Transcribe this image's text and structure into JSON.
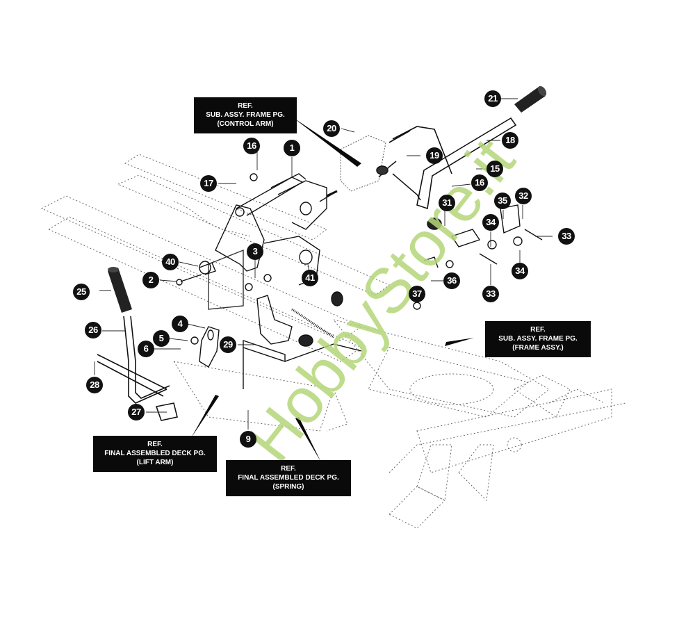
{
  "diagram": {
    "type": "exploded-parts-diagram",
    "watermark": "HobbyStore.it",
    "colors": {
      "callout_fill": "#111111",
      "callout_text": "#ffffff",
      "refbox_fill": "#0a0a0a",
      "watermark": "#b5d77a",
      "line": "#222222",
      "phantom_line": "#555555"
    },
    "reference_boxes": [
      {
        "id": "control-arm",
        "lines": [
          "REF.",
          "SUB. ASSY. FRAME PG.",
          "(CONTROL ARM)"
        ]
      },
      {
        "id": "frame-assy",
        "lines": [
          "REF.",
          "SUB. ASSY. FRAME PG.",
          "(FRAME ASSY.)"
        ]
      },
      {
        "id": "lift-arm",
        "lines": [
          "REF.",
          "FINAL ASSEMBLED DECK PG.",
          "(LIFT ARM)"
        ]
      },
      {
        "id": "spring",
        "lines": [
          "REF.",
          "FINAL ASSEMBLED DECK PG.",
          "(SPRING)"
        ]
      }
    ],
    "callouts": [
      "1",
      "2",
      "3",
      "4",
      "5",
      "6",
      "9",
      "15",
      "16",
      "16",
      "17",
      "18",
      "19",
      "20",
      "21",
      "25",
      "26",
      "27",
      "28",
      "29",
      "31",
      "32",
      "33",
      "33",
      "34",
      "34",
      "35",
      "36",
      "37",
      "40",
      "41"
    ]
  }
}
